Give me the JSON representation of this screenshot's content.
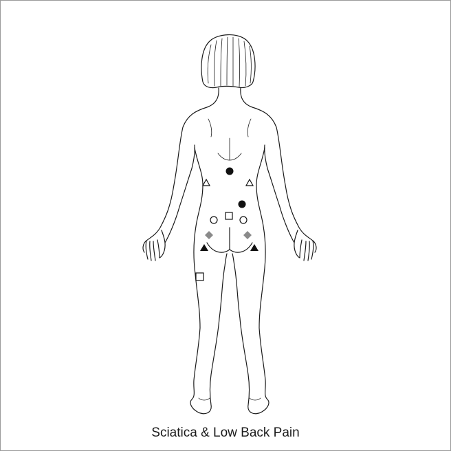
{
  "caption": "Sciatica & Low Back Pain",
  "colors": {
    "outline": "#1a1a1a",
    "solid_marker": "#111111",
    "gray_marker": "#8a8a8a",
    "background": "#ffffff"
  },
  "markers": [
    {
      "shape": "circle-filled",
      "name": "point-circle-filled-upper"
    },
    {
      "shape": "triangle-open",
      "name": "point-triangle-open-left"
    },
    {
      "shape": "triangle-open",
      "name": "point-triangle-open-right"
    },
    {
      "shape": "circle-filled",
      "name": "point-circle-filled-lower"
    },
    {
      "shape": "square-open",
      "name": "point-square-open-center"
    },
    {
      "shape": "circle-open",
      "name": "point-circle-open-left"
    },
    {
      "shape": "circle-open",
      "name": "point-circle-open-right"
    },
    {
      "shape": "diamond-gray",
      "name": "point-diamond-gray-left"
    },
    {
      "shape": "diamond-gray",
      "name": "point-diamond-gray-right"
    },
    {
      "shape": "triangle-filled",
      "name": "point-triangle-filled-left"
    },
    {
      "shape": "triangle-filled",
      "name": "point-triangle-filled-right"
    },
    {
      "shape": "square-open",
      "name": "point-square-open-thigh"
    }
  ]
}
